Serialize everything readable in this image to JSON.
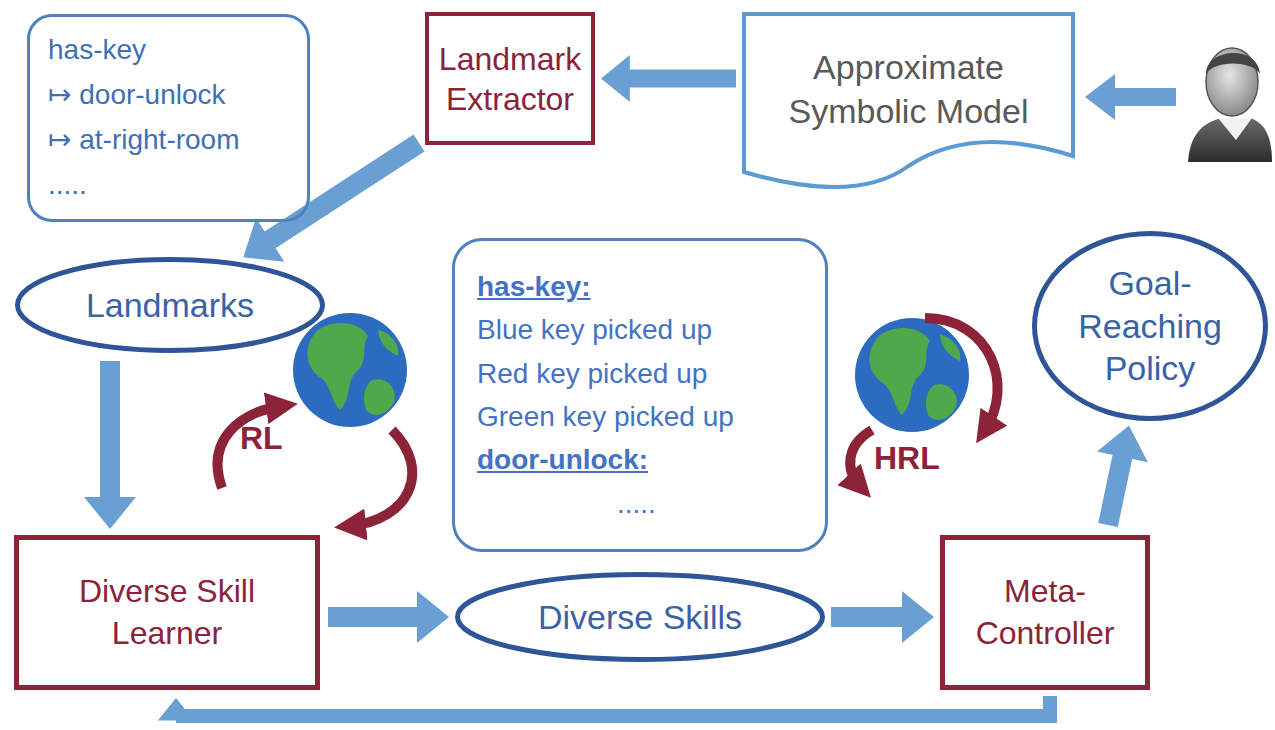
{
  "diagram": {
    "nodes": [
      {
        "text": [
          "has-key",
          "↦ door-unlock",
          "↦ at-right-room",
          "....."
        ]
      },
      {
        "text": [
          "Landmark Extractor"
        ]
      },
      {
        "text": [
          "Approximate Symbolic Model"
        ]
      },
      {
        "text": [
          "Landmarks"
        ]
      },
      {
        "text": [
          "has-key:",
          "Blue key picked up",
          "Red key picked up",
          "Green key picked up",
          "door-unlock:",
          "....."
        ]
      },
      {
        "text": [
          "Goal-Reaching Policy"
        ]
      },
      {
        "text": [
          "Diverse Skill Learner"
        ]
      },
      {
        "text": [
          "Diverse Skills"
        ]
      },
      {
        "text": [
          "Meta-Controller"
        ]
      }
    ],
    "edges": [
      {
        "from": 2,
        "to": 1,
        "arrow": "to"
      },
      {
        "from": 1,
        "to": 3,
        "arrow": "to"
      },
      {
        "from": 3,
        "to": 6,
        "arrow": "to"
      },
      {
        "from": 6,
        "to": 7,
        "arrow": "to"
      },
      {
        "from": 7,
        "to": 8,
        "arrow": "to"
      },
      {
        "from": 8,
        "to": 5,
        "arrow": "to"
      },
      {
        "from": 8,
        "to": 6,
        "arrow": "to"
      }
    ],
    "labels": [
      "RL",
      "HRL"
    ]
  }
}
